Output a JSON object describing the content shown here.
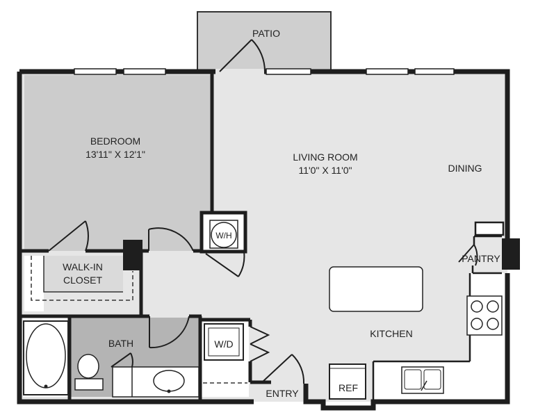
{
  "plan": {
    "colors": {
      "wall": "#1e1e1e",
      "floor_light": "#e6e6e6",
      "floor_bedroom": "#cccccc",
      "floor_bath": "#b4b4b4",
      "patio": "#cfcfcf",
      "background": "#ffffff"
    },
    "rooms": {
      "patio": {
        "name": "PATIO"
      },
      "bedroom": {
        "name": "BEDROOM",
        "size": "13'11\" X 12'1\""
      },
      "living_room": {
        "name": "LIVING ROOM",
        "size": "11'0\" X 11'0\""
      },
      "dining": {
        "name": "DINING"
      },
      "walk_in_closet": {
        "name_line1": "WALK-IN",
        "name_line2": "CLOSET"
      },
      "bath": {
        "name": "BATH"
      },
      "kitchen": {
        "name": "KITCHEN"
      },
      "pantry": {
        "name": "PANTRY"
      },
      "entry": {
        "name": "ENTRY"
      }
    },
    "fixtures": {
      "water_heater": "W/H",
      "washer_dryer": "W/D",
      "refrigerator": "REF"
    }
  }
}
